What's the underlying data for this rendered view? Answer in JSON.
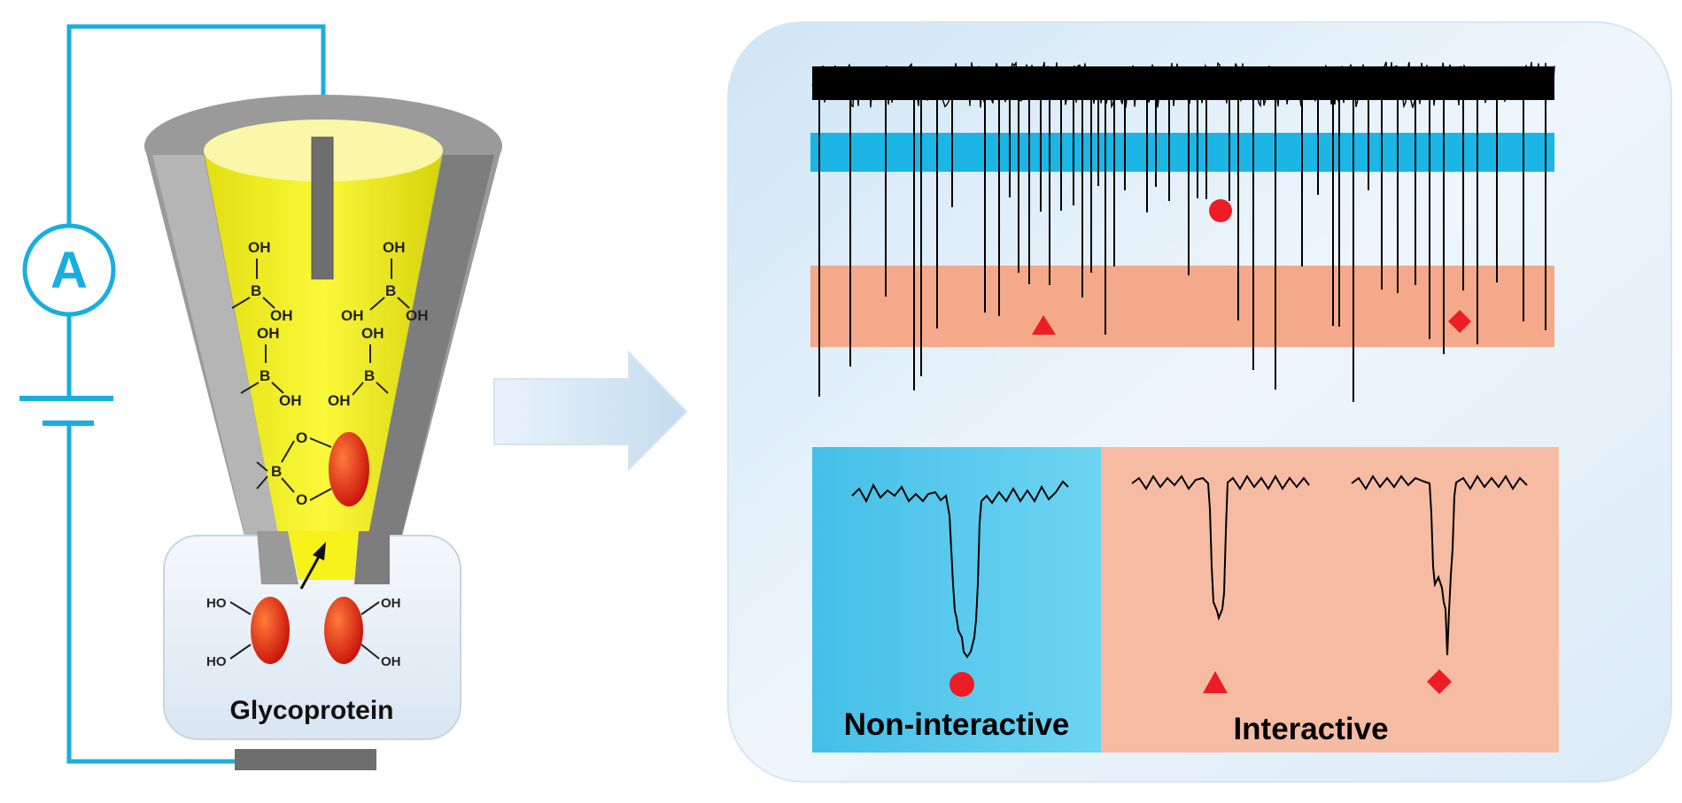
{
  "left_panel": {
    "ammeter_symbol": "A",
    "sample_label": "Glycoprotein",
    "oh_label": "OH",
    "ho_label": "HO",
    "boron_label": "B",
    "ester_oxygen_label": "O"
  },
  "right_panel": {
    "non_interactive_label": "Non-interactive",
    "interactive_label": "Interactive",
    "markers": [
      "circle",
      "triangle",
      "diamond"
    ]
  },
  "colors": {
    "wire": "#19aee0",
    "cone_fill": "#f6f21a",
    "pipette_wall": "#9a9a9a",
    "electrode": "#6e6e6e",
    "glycoprotein": "#e52a12",
    "marker": "#ee1c25",
    "blue_band": "#1bb6e6",
    "orange_band": "#f4a98a",
    "trace": "#000000"
  }
}
